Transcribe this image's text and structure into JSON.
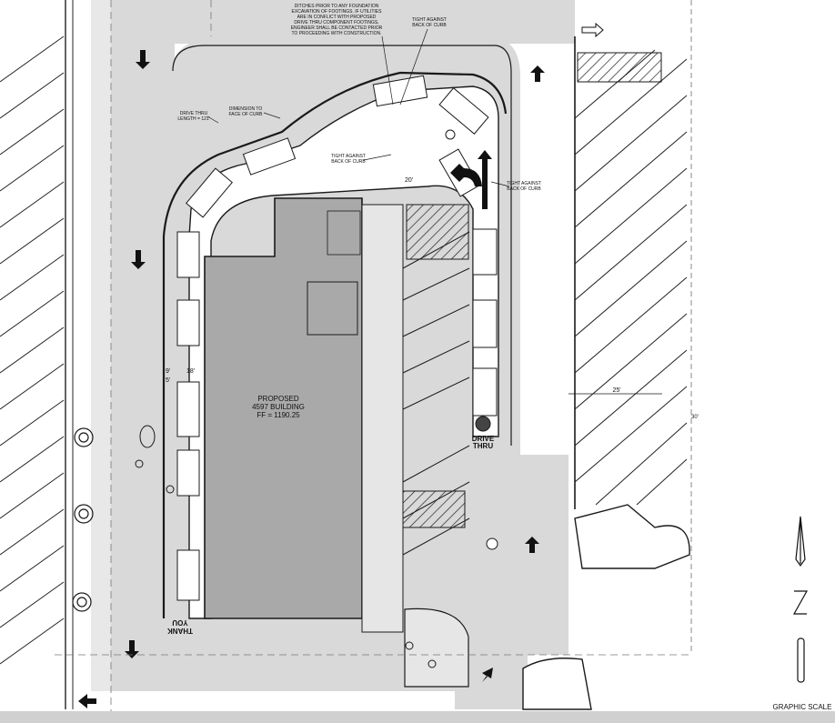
{
  "notes": {
    "top_lines": [
      "DITCHES PRIOR TO ANY FOUNDATION",
      "EXCAVATION OF FOOTINGS. IF UTILITIES",
      "ARE IN CONFLICT WITH PROPOSED",
      "DRIVE THRU COMPONENT FOOTINGS,",
      "ENGINEER SHALL BE CONTACTED PRIOR",
      "TO PROCEEDING WITH CONSTRUCTION."
    ],
    "tight_against_1": [
      "TIGHT AGAINST",
      "BACK OF CURB"
    ],
    "tight_against_2": [
      "TIGHT AGAINST",
      "BACK OF CURB"
    ],
    "tight_against_3": [
      "TIGHT AGAINST",
      "BACK OF CURB"
    ],
    "dimension_face": [
      "DIMENSION TO",
      "FACE OF CURB"
    ],
    "drive_thru_length": [
      "DRIVE THRU",
      "LENGTH = 121'"
    ]
  },
  "building": {
    "line1": "PROPOSED",
    "line2": "4597 BUILDING",
    "line3": "FF = 1190.25"
  },
  "signage": {
    "drive_thru_1": "DRIVE",
    "drive_thru_2": "THRU",
    "thank_you_1": "THANK",
    "thank_you_2": "YOU"
  },
  "dimensions": {
    "d25": "25'",
    "d9": "9'",
    "d18": "18'",
    "d5": "5'",
    "d30": "30'",
    "d20": "20'"
  },
  "footer": {
    "graphic_scale": "GRAPHIC SCALE"
  },
  "colors": {
    "pavement": "#d9d9d9",
    "building": "#a9a9a9",
    "island": "#ffffff",
    "line": "#1a1a1a"
  }
}
